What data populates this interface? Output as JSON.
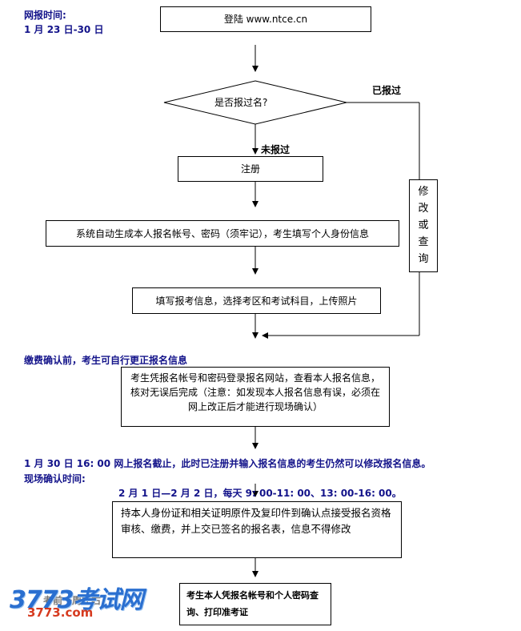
{
  "notes": {
    "online_title": "网报时间:",
    "online_dates": "1 月 23 日-30 日",
    "reported": "已报过",
    "not_reported": "未报过",
    "before_payment": "缴费确认前，考生可自行更正报名信息",
    "deadline": "1 月 30 日 16: 00 网上报名截止，此时已注册并输入报名信息的考生仍然可以修改报名信息。",
    "onsite_title": "现场确认时间:",
    "onsite_dates": "2 月 1 日—2 月 2 日，每天 9: 00-11: 00、13: 00-16: 00。",
    "behind_watermark": "考前一周左右"
  },
  "nodes": {
    "login": "登陆 www.ntce.cn",
    "decision": "是否报过名?",
    "register": "注册",
    "auto_generate": "系统自动生成本人报名帐号、密码（须牢记），考生填写个人身份信息",
    "fill_exam": "填写报考信息，选择考区和考试科目，上传照片",
    "modify_chars": [
      "修",
      "改",
      "或",
      "查",
      "询"
    ],
    "verify": "考生凭报名帐号和密码登录报名网站，查看本人报名信息，核对无误后完成（注意：如发现本人报名信息有误，必须在网上改正后才能进行现场确认）",
    "onsite_confirm": "持本人身份证和相关证明原件及复印件到确认点接受报名资格审核、缴费，并上交已签名的报名表，信息不得修改",
    "print_ticket": "考生本人凭报名帐号和个人密码查询、打印准考证"
  },
  "watermark": {
    "brand": "3773考试网",
    "url": "3773.com"
  }
}
